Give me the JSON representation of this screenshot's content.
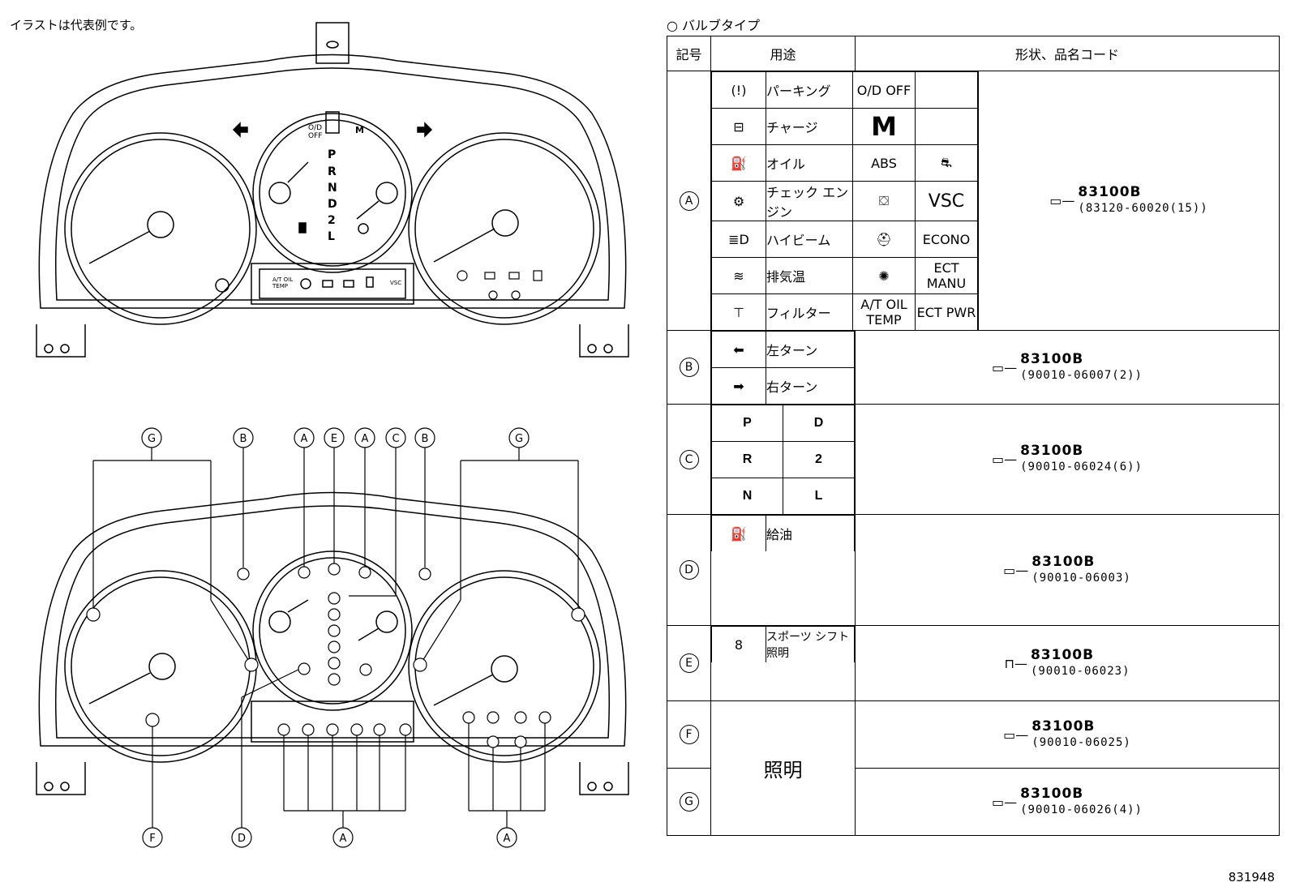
{
  "note": "イラストは代表例です。",
  "reference": "831948",
  "legend_title": "バルブタイプ",
  "headers": {
    "symbol": "記号",
    "use": "用途",
    "shape": "形状、品名コード"
  },
  "groups": [
    {
      "key": "A",
      "part": "83100B",
      "code": "(83120-60020(15))",
      "items": [
        {
          "icon": "parking-brake-icon",
          "label": "パーキング",
          "extra": "O/D OFF"
        },
        {
          "icon": "battery-icon",
          "label": "チャージ",
          "extra": "M"
        },
        {
          "icon": "oil-can-icon",
          "label": "オイル",
          "extra": "ABS",
          "extra2": "skid-icon"
        },
        {
          "icon": "engine-icon",
          "label": "チェック エンジン",
          "extra": "door-icon",
          "extra2": "VSC"
        },
        {
          "icon": "high-beam-icon",
          "label": "ハイビーム",
          "extra": "seatbelt-icon",
          "extra2": "ECONO"
        },
        {
          "icon": "exhaust-temp-icon",
          "label": "排気温",
          "extra": "airbag-icon",
          "extra2": "ECT MANU"
        },
        {
          "icon": "filter-icon",
          "label": "フィルター",
          "extra": "A/T OIL TEMP",
          "extra2": "ECT PWR"
        }
      ]
    },
    {
      "key": "B",
      "part": "83100B",
      "code": "(90010-06007(2))",
      "items": [
        {
          "icon": "left-turn-icon",
          "label": "左ターン"
        },
        {
          "icon": "right-turn-icon",
          "label": "右ターン"
        }
      ]
    },
    {
      "key": "C",
      "part": "83100B",
      "code": "(90010-06024(6))",
      "letters": [
        "P",
        "D",
        "R",
        "2",
        "N",
        "L"
      ]
    },
    {
      "key": "D",
      "part": "83100B",
      "code": "(90010-06003)",
      "items": [
        {
          "icon": "fuel-icon",
          "label": "給油"
        }
      ]
    },
    {
      "key": "E",
      "part": "83100B",
      "code": "(90010-06023)",
      "items": [
        {
          "icon": "sport-digit-icon",
          "label": "スポーツ シフト照明"
        }
      ]
    },
    {
      "key": "F",
      "part": "83100B",
      "code": "(90010-06025)",
      "label": "照明"
    },
    {
      "key": "G",
      "part": "83100B",
      "code": "(90010-06026(4))"
    }
  ],
  "cluster": {
    "gear_letters": [
      "P",
      "R",
      "N",
      "D",
      "2",
      "L"
    ],
    "od_off": "O/D OFF",
    "m": "M",
    "at_temp": "A/T OIL TEMP",
    "vsc": "VSC",
    "callouts_top": [
      "G",
      "B",
      "A",
      "E",
      "A",
      "C",
      "B",
      "G"
    ],
    "callouts_bottom": [
      "F",
      "D",
      "A",
      "A"
    ]
  }
}
